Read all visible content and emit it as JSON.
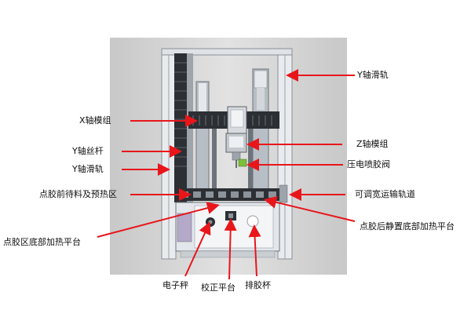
{
  "labels": {
    "y_rail_right": "Y轴滑轨",
    "x_module": "X轴模组",
    "y_screw": "Y轴丝杆",
    "y_rail_left": "Y轴滑轨",
    "preheat_zone": "点胶前待料及预热区",
    "dispense_platform": "点胶区底部加热平台",
    "z_module": "Z轴模组",
    "valve": "压电喷胶阀",
    "track": "可调宽运输轨道",
    "post_platform": "点胶后静置底部加热平台",
    "scale": "电子秤",
    "calibration": "校正平台",
    "purge_cup": "排胶杯"
  },
  "colors": {
    "arrow": "#e8161b",
    "background": "#d6d6d6",
    "frame": "#c9ced3",
    "rail_dark": "#2c2f33",
    "valve": "#7dbf3b"
  }
}
